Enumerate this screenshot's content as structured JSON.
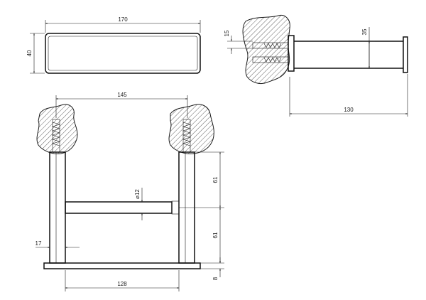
{
  "dimensions": {
    "top_width": "170",
    "top_height": "40",
    "side_small": "15",
    "side_offset": "35",
    "side_depth": "130",
    "front_span": "145",
    "rod_diameter": "⌀12",
    "upper_height": "61",
    "lower_height": "61",
    "base_thickness": "8",
    "post_width": "17",
    "rod_length": "128"
  }
}
